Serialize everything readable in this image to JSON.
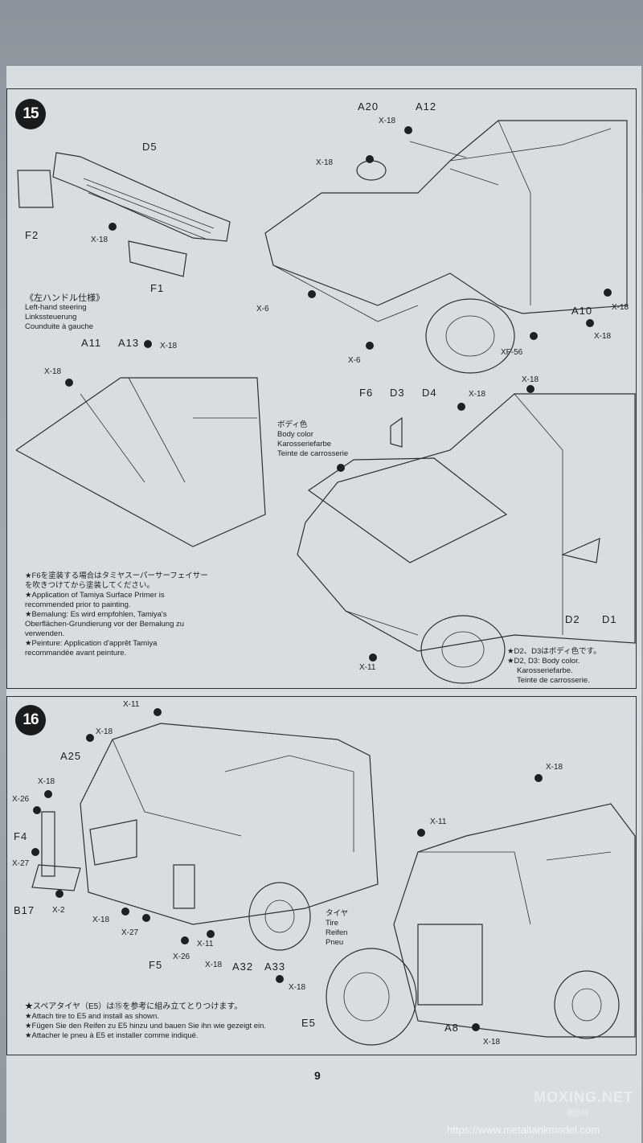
{
  "page": {
    "number": "9"
  },
  "watermark": {
    "text": "MOXING.NET",
    "sub": "模型网",
    "url": "https://www.metaltankmodel.com"
  },
  "step15": {
    "number": "15",
    "parts": {
      "d5": "D5",
      "f2": "F2",
      "f1": "F1",
      "a20": "A20",
      "a12": "A12",
      "a10": "A10",
      "a11": "A11",
      "a13": "A13",
      "f6": "F6",
      "d3": "D3",
      "d4": "D4",
      "d2": "D2",
      "d1": "D1"
    },
    "screws": {
      "x18": "X-18",
      "x6": "X-6",
      "xf56": "XF-56",
      "x11": "X-11"
    },
    "lhs": {
      "jp": "《左ハンドル仕様》",
      "en": "Left-hand steering",
      "de": "Linkssteuerung",
      "fr": "Counduite à gauche"
    },
    "body": {
      "jp": "ボディ色",
      "en": "Body color",
      "de": "Karosseriefarbe",
      "fr": "Teinte de carrosserie"
    },
    "primer": [
      "★F6を塗装する場合はタミヤスーパーサーフェイサー",
      "を吹きつけてから塗装してください。",
      "★Application of Tamiya Surface Primer is",
      "recommended prior to painting.",
      "★Bemalung: Es wird empfohlen, Tamiya's",
      "Oberflächen-Grundierung vor der Bemalung zu",
      "verwenden.",
      "★Peinture: Application d'apprêt Tamiya",
      "recommandée avant peinture."
    ],
    "d2d3": [
      "★D2、D3はボディ色です。",
      "★D2, D3: Body color.",
      "Karosseriefarbe.",
      "Teinte de carrosserie."
    ]
  },
  "step16": {
    "number": "16",
    "parts": {
      "a25": "A25",
      "f4": "F4",
      "b17": "B17",
      "f5": "F5",
      "a32": "A32",
      "a33": "A33",
      "e5": "E5",
      "a8": "A8"
    },
    "screws": {
      "x11": "X-11",
      "x18": "X-18",
      "x26": "X-26",
      "x27": "X-27",
      "x2": "X-2"
    },
    "tire": {
      "jp": "タイヤ",
      "en": "Tire",
      "de": "Reifen",
      "fr": "Pneu"
    },
    "spare": [
      "★スペアタイヤ（E5）は⑮を参考に組み立てとりつけます。",
      "★Attach tire to E5 and install as shown.",
      "★Fügen Sie den Reifen zu E5 hinzu und bauen Sie ihn wie gezeigt ein.",
      "★Attacher le pneu à E5 et installer comme indiqué."
    ]
  }
}
